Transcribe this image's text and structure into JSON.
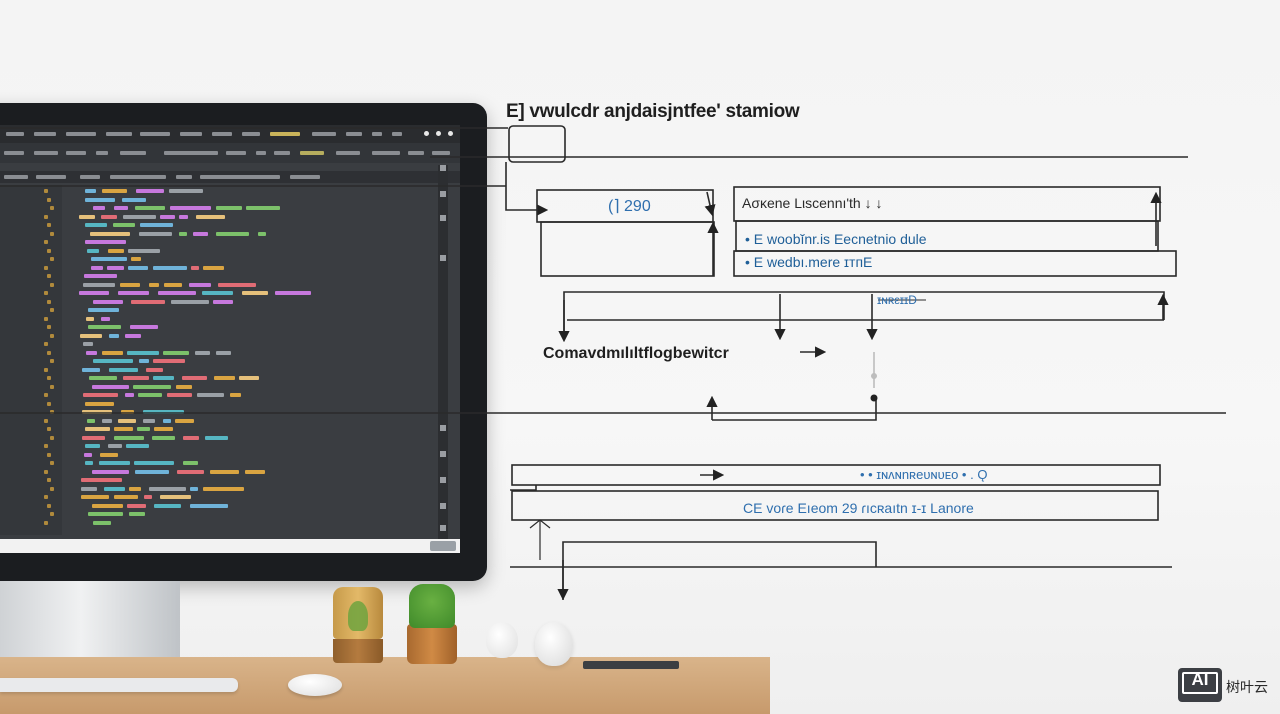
{
  "diagram": {
    "title": "E] vwulcdr anjdaisjntfee' stamiow",
    "node_value": "(⌉ 290",
    "node_header": "Aσĸene Lιscennı'th ↓ ↓",
    "node_row_1": "• E woobĭnr.is Eecnetnio dule",
    "node_row_2": "• E wedbı.mere ɪᴛᴨE",
    "node_tag": "ɪɴʀεɪɪD",
    "middle_label": "Comavdmılıltﬂogbewitcr",
    "bar_label": "• • ɪɴʌɴnʀeᴜɴᴜᴇo • . Ǫ",
    "bar_row": "CE voɾe Eıeom 29 ɾıcʀaıtn ɪ-ɪ Lanore"
  },
  "watermark": {
    "badge": "AI",
    "text": "树叶云"
  },
  "colors": {
    "screen_bg": "#3a3d41",
    "bezel": "#1b1d20",
    "diagram_line": "#2a2a2a",
    "diagram_text_blue": "#2f6fae",
    "desk": "#d2a877"
  }
}
